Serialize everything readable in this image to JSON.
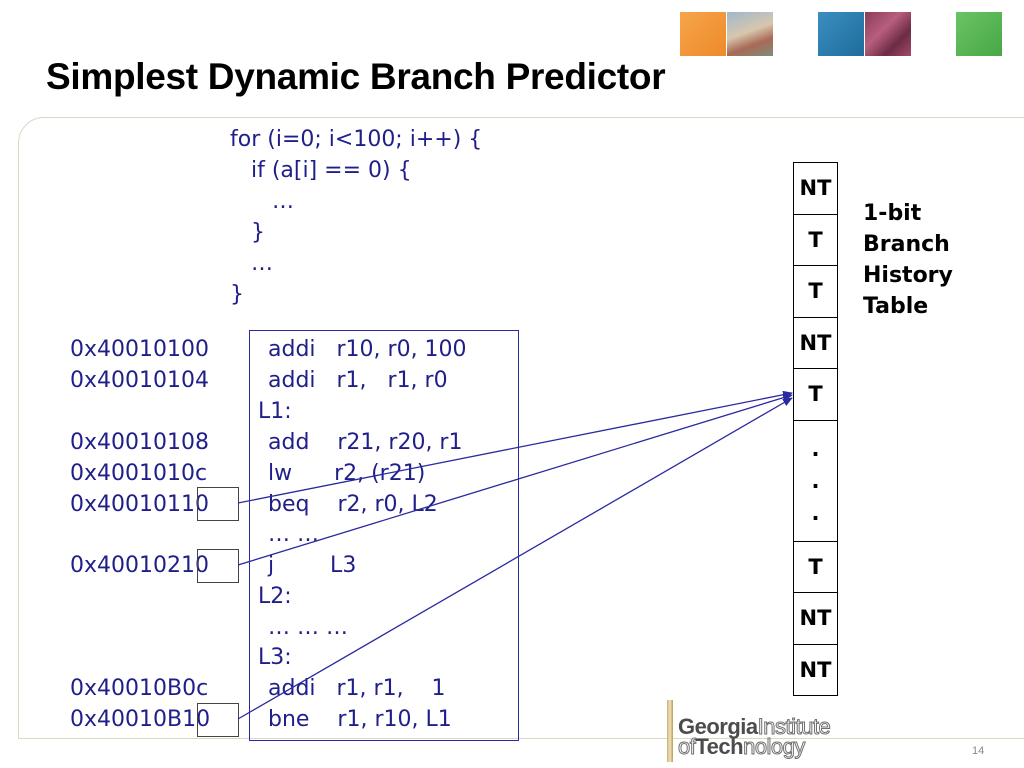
{
  "slide": {
    "title": "Simplest Dynamic Branch Predictor",
    "page_number": "14"
  },
  "code": [
    "for (i=0; i<100; i++) {",
    "   if (a[i] == 0) {",
    "      …",
    "   }",
    "   …",
    "}"
  ],
  "assembly": [
    {
      "addr": "0x40010100",
      "label": "",
      "instr": "addi   r10, r0, 100"
    },
    {
      "addr": "0x40010104",
      "label": "",
      "instr": "addi   r1,   r1, r0"
    },
    {
      "addr": "",
      "label": "L1:",
      "instr": ""
    },
    {
      "addr": "0x40010108",
      "label": "",
      "instr": "add    r21, r20, r1"
    },
    {
      "addr": "0x4001010c",
      "label": "",
      "instr": "lw      r2, (r21)"
    },
    {
      "addr": "0x40010110",
      "label": "",
      "instr": "beq    r2, r0, L2"
    },
    {
      "addr": "",
      "label": "",
      "instr": "… …"
    },
    {
      "addr": "0x40010210",
      "label": "",
      "instr": "j        L3"
    },
    {
      "addr": "",
      "label": "L2:",
      "instr": ""
    },
    {
      "addr": "",
      "label": "",
      "instr": "… … …"
    },
    {
      "addr": "",
      "label": "L3:",
      "instr": ""
    },
    {
      "addr": "0x40010B0c",
      "label": "",
      "instr": "addi   r1, r1,    1"
    },
    {
      "addr": "0x40010B10",
      "label": "",
      "instr": "bne    r1, r10, L1"
    }
  ],
  "bht": {
    "entries": [
      "NT",
      "T",
      "T",
      "NT",
      "T",
      ".",
      ".",
      ".",
      "T",
      "NT",
      "NT"
    ],
    "label_lines": [
      "1-bit",
      "Branch",
      "History",
      "Table"
    ]
  },
  "logo": {
    "line1_bold": "Georgia",
    "line1_light": "Institute",
    "line2_light_a": "of",
    "line2_bold": "Tech",
    "line2_light_b": "nology"
  },
  "colors": {
    "code_text": "#1f1f8a",
    "arrow": "#2a2aa0",
    "frame": "#dcd7c3"
  }
}
